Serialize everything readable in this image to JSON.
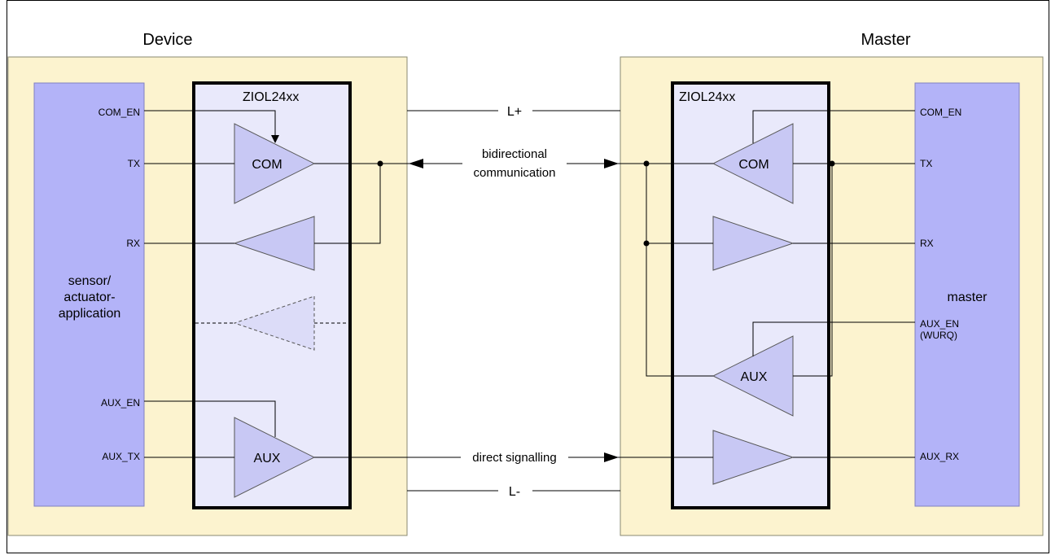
{
  "titles": {
    "device": "Device",
    "master": "Master"
  },
  "chips": {
    "left": "ZIOL24xx",
    "right": "ZIOL24xx"
  },
  "device_app": {
    "line1": "sensor/",
    "line2": "actuator-",
    "line3": "application"
  },
  "master_app": {
    "label": "master"
  },
  "device_pins": {
    "com_en": "COM_EN",
    "tx": "TX",
    "rx": "RX",
    "aux_en": "AUX_EN",
    "aux_tx": "AUX_TX"
  },
  "master_pins": {
    "com_en": "COM_EN",
    "tx": "TX",
    "rx": "RX",
    "aux_en": "AUX_EN",
    "wurq": "(WURQ)",
    "aux_rx": "AUX_RX"
  },
  "amps": {
    "com": "COM",
    "aux": "AUX"
  },
  "lines": {
    "lplus": "L+",
    "lminus": "L-"
  },
  "comm": {
    "bidir1": "bidirectional",
    "bidir2": "communication",
    "direct": "direct signalling"
  },
  "colors": {
    "board": "#fcf3cf",
    "app": "#b3b3f8",
    "chip": "#e9e9fb",
    "amp": "#c8c8f4"
  }
}
